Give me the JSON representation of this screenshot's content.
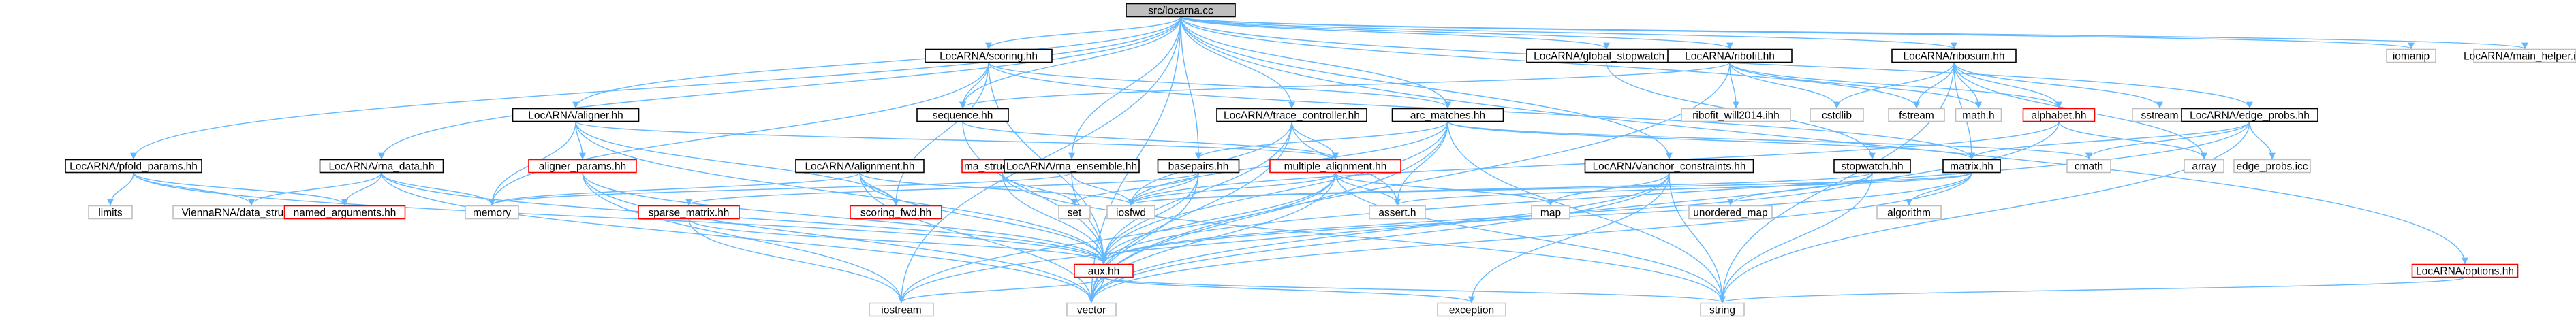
{
  "colors": {
    "edge": "#63b8ff",
    "root_fill": "#bfbfbf",
    "documented_border": "#000000",
    "undocumented_border": "#bfbfbf",
    "missing_border": "#ff0000",
    "text": "#000000"
  },
  "nodes": [
    {
      "id": "root",
      "label": "src/locarna.cc",
      "style": "root"
    },
    {
      "id": "scoring",
      "label": "LocARNA/scoring.hh",
      "style": "doc"
    },
    {
      "id": "gsw",
      "label": "LocARNA/global_stopwatch.hh",
      "style": "doc"
    },
    {
      "id": "ribofit",
      "label": "LocARNA/ribofit.hh",
      "style": "doc"
    },
    {
      "id": "ribosum",
      "label": "LocARNA/ribosum.hh",
      "style": "doc"
    },
    {
      "id": "iomanip",
      "label": "iomanip",
      "style": "ext"
    },
    {
      "id": "mainhelper",
      "label": "LocARNA/main_helper.icc",
      "style": "ext"
    },
    {
      "id": "aligner",
      "label": "LocARNA/aligner.hh",
      "style": "doc"
    },
    {
      "id": "sequence",
      "label": "sequence.hh",
      "style": "doc"
    },
    {
      "id": "trace",
      "label": "LocARNA/trace_controller.hh",
      "style": "doc"
    },
    {
      "id": "arcm",
      "label": "arc_matches.hh",
      "style": "doc"
    },
    {
      "id": "ribofitwl",
      "label": "ribofit_will2014.ihh",
      "style": "ext"
    },
    {
      "id": "cstdlib",
      "label": "cstdlib",
      "style": "ext"
    },
    {
      "id": "fstream",
      "label": "fstream",
      "style": "ext"
    },
    {
      "id": "mathh",
      "label": "math.h",
      "style": "ext"
    },
    {
      "id": "alphabet",
      "label": "alphabet.hh",
      "style": "miss"
    },
    {
      "id": "sstream",
      "label": "sstream",
      "style": "ext"
    },
    {
      "id": "edgeprobs",
      "label": "LocARNA/edge_probs.hh",
      "style": "doc"
    },
    {
      "id": "pfold",
      "label": "LocARNA/pfold_params.hh",
      "style": "doc"
    },
    {
      "id": "rnadata",
      "label": "LocARNA/rna_data.hh",
      "style": "doc"
    },
    {
      "id": "alparams",
      "label": "aligner_params.hh",
      "style": "miss"
    },
    {
      "id": "alignment",
      "label": "LocARNA/alignment.hh",
      "style": "doc"
    },
    {
      "id": "mastruct",
      "label": "ma_structure.hh",
      "style": "miss"
    },
    {
      "id": "rnaens",
      "label": "LocARNA/rna_ensemble.hh",
      "style": "doc"
    },
    {
      "id": "basepairs",
      "label": "basepairs.hh",
      "style": "doc"
    },
    {
      "id": "multial",
      "label": "multiple_alignment.hh",
      "style": "miss"
    },
    {
      "id": "anchor",
      "label": "LocARNA/anchor_constraints.hh",
      "style": "doc"
    },
    {
      "id": "stopwatch",
      "label": "stopwatch.hh",
      "style": "doc"
    },
    {
      "id": "matrix",
      "label": "matrix.hh",
      "style": "doc"
    },
    {
      "id": "cmath",
      "label": "cmath",
      "style": "ext"
    },
    {
      "id": "array",
      "label": "array",
      "style": "ext"
    },
    {
      "id": "edgeprobsicc",
      "label": "edge_probs.icc",
      "style": "ext"
    },
    {
      "id": "limits",
      "label": "limits",
      "style": "ext"
    },
    {
      "id": "viennadata",
      "label": "ViennaRNA/data_structures.h",
      "style": "ext"
    },
    {
      "id": "namedargs",
      "label": "named_arguments.hh",
      "style": "miss"
    },
    {
      "id": "memory",
      "label": "memory",
      "style": "ext"
    },
    {
      "id": "sparsematrix",
      "label": "sparse_matrix.hh",
      "style": "miss"
    },
    {
      "id": "scoringfwd",
      "label": "scoring_fwd.hh",
      "style": "miss"
    },
    {
      "id": "set",
      "label": "set",
      "style": "ext"
    },
    {
      "id": "iosfwd",
      "label": "iosfwd",
      "style": "ext"
    },
    {
      "id": "asserth",
      "label": "assert.h",
      "style": "ext"
    },
    {
      "id": "map",
      "label": "map",
      "style": "ext"
    },
    {
      "id": "unorderedmap",
      "label": "unordered_map",
      "style": "ext"
    },
    {
      "id": "algorithm",
      "label": "algorithm",
      "style": "ext"
    },
    {
      "id": "options",
      "label": "LocARNA/options.hh",
      "style": "miss"
    },
    {
      "id": "aux",
      "label": "aux.hh",
      "style": "miss"
    },
    {
      "id": "iostream",
      "label": "iostream",
      "style": "ext"
    },
    {
      "id": "vector",
      "label": "vector",
      "style": "ext"
    },
    {
      "id": "exception",
      "label": "exception",
      "style": "ext"
    },
    {
      "id": "string",
      "label": "string",
      "style": "ext"
    }
  ]
}
